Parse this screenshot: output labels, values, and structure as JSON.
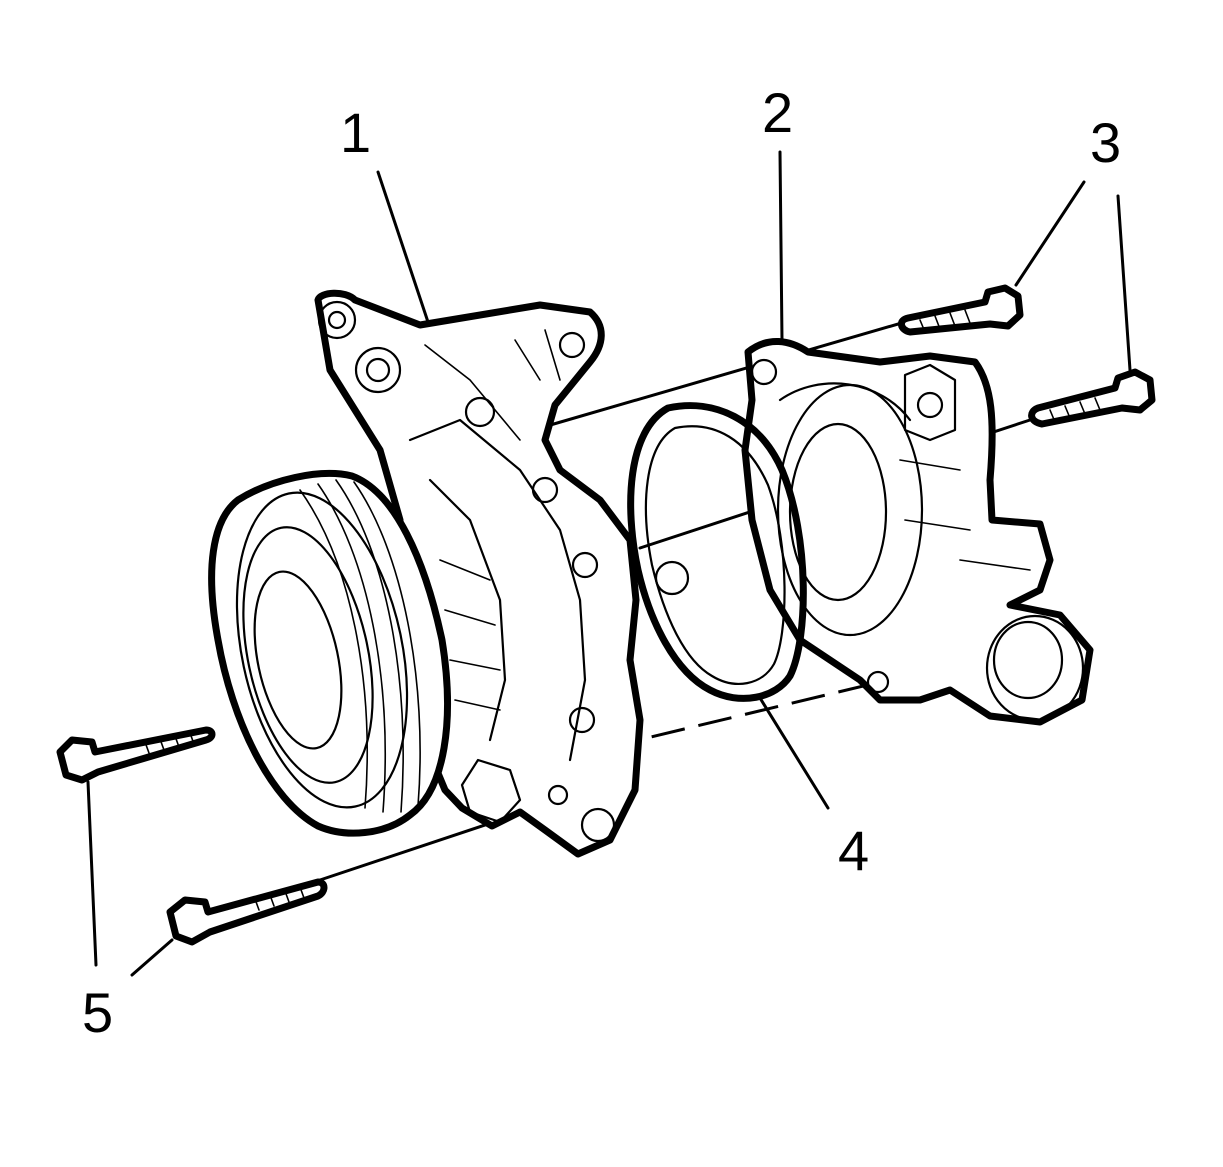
{
  "callouts": {
    "c1": "1",
    "c2": "2",
    "c3a": "3",
    "c3b": "3",
    "c4": "4",
    "c5": "5"
  },
  "colors": {
    "line": "#000000",
    "background": "#ffffff"
  }
}
